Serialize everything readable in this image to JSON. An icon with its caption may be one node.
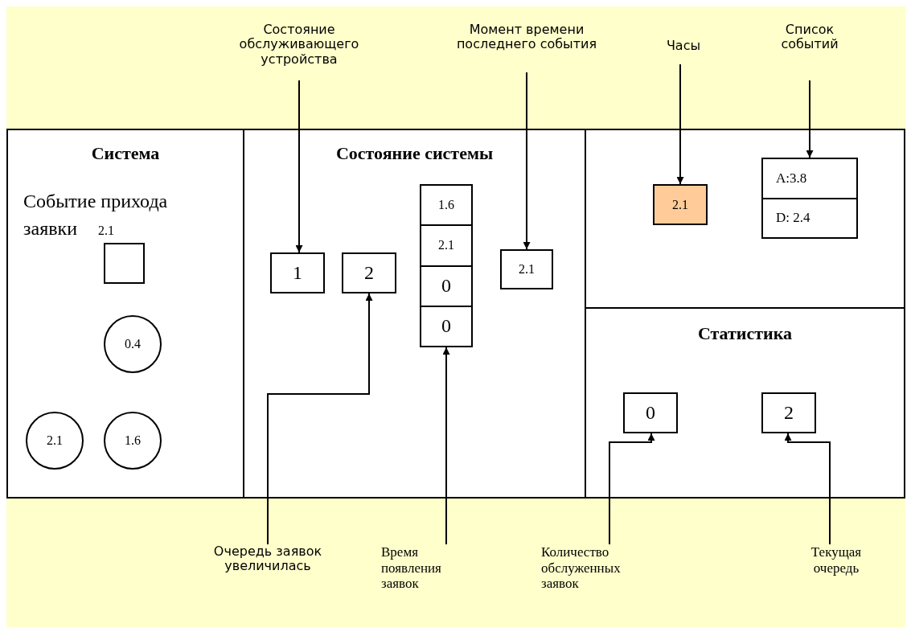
{
  "diagram": {
    "nodes": [
      {
        "text": [
          "Система",
          "Событие прихода заявки",
          "2.1"
        ]
      },
      {
        "text": [],
        "shape": "box",
        "in": 0
      },
      {
        "text": [
          "0.4"
        ],
        "in": 0
      },
      {
        "text": [
          "2.1"
        ],
        "in": 0
      },
      {
        "text": [
          "1.6"
        ],
        "in": 0
      },
      {
        "text": [
          "Состояние системы"
        ]
      },
      {
        "text": [
          "1"
        ],
        "in": 5
      },
      {
        "text": [
          "2"
        ],
        "in": 5
      },
      {
        "text": [
          "1.6",
          "2.1",
          "0",
          "0"
        ],
        "in": 5
      },
      {
        "text": [
          "2.1"
        ],
        "in": 5
      },
      {
        "text": [],
        "shape": "box"
      },
      {
        "text": [
          "2.1"
        ],
        "in": 10
      },
      {
        "text": [
          "A:3.8",
          "D: 2.4"
        ],
        "in": 10
      },
      {
        "text": [
          "Статистика"
        ]
      },
      {
        "text": [
          "0"
        ],
        "in": 13
      },
      {
        "text": [
          "2"
        ],
        "in": 13
      },
      {
        "text": [
          "Состояние обслуживающего устройства"
        ]
      },
      {
        "text": [
          "Момент времени последнего события"
        ]
      },
      {
        "text": [
          "Часы"
        ]
      },
      {
        "text": [
          "Список событий"
        ]
      },
      {
        "text": [
          "Очередь заявок увеличилась"
        ]
      },
      {
        "text": [
          "Время появления заявок"
        ]
      },
      {
        "text": [
          "Количество обслуженных заявок"
        ]
      },
      {
        "text": [
          "Текущая очередь"
        ]
      }
    ],
    "edges": [
      {
        "from": 16,
        "to": 6,
        "arrow": "to"
      },
      {
        "from": 17,
        "to": 9,
        "arrow": "to"
      },
      {
        "from": 18,
        "to": 11,
        "arrow": "to"
      },
      {
        "from": 19,
        "to": 12,
        "arrow": "to"
      },
      {
        "from": 20,
        "to": 7,
        "arrow": "to"
      },
      {
        "from": 21,
        "to": 8,
        "arrow": "to"
      },
      {
        "from": 22,
        "to": 14,
        "arrow": "to"
      },
      {
        "from": 23,
        "to": 15,
        "arrow": "to"
      }
    ]
  }
}
